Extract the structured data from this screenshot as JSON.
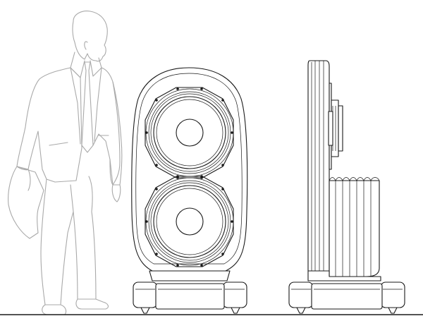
{
  "figure": {
    "background_color": "#ffffff",
    "line_color": "#1a1a1a",
    "figure_line_color": "#a9a9a9",
    "elements": [
      "human-figure",
      "speaker-front-view",
      "speaker-side-view"
    ]
  }
}
